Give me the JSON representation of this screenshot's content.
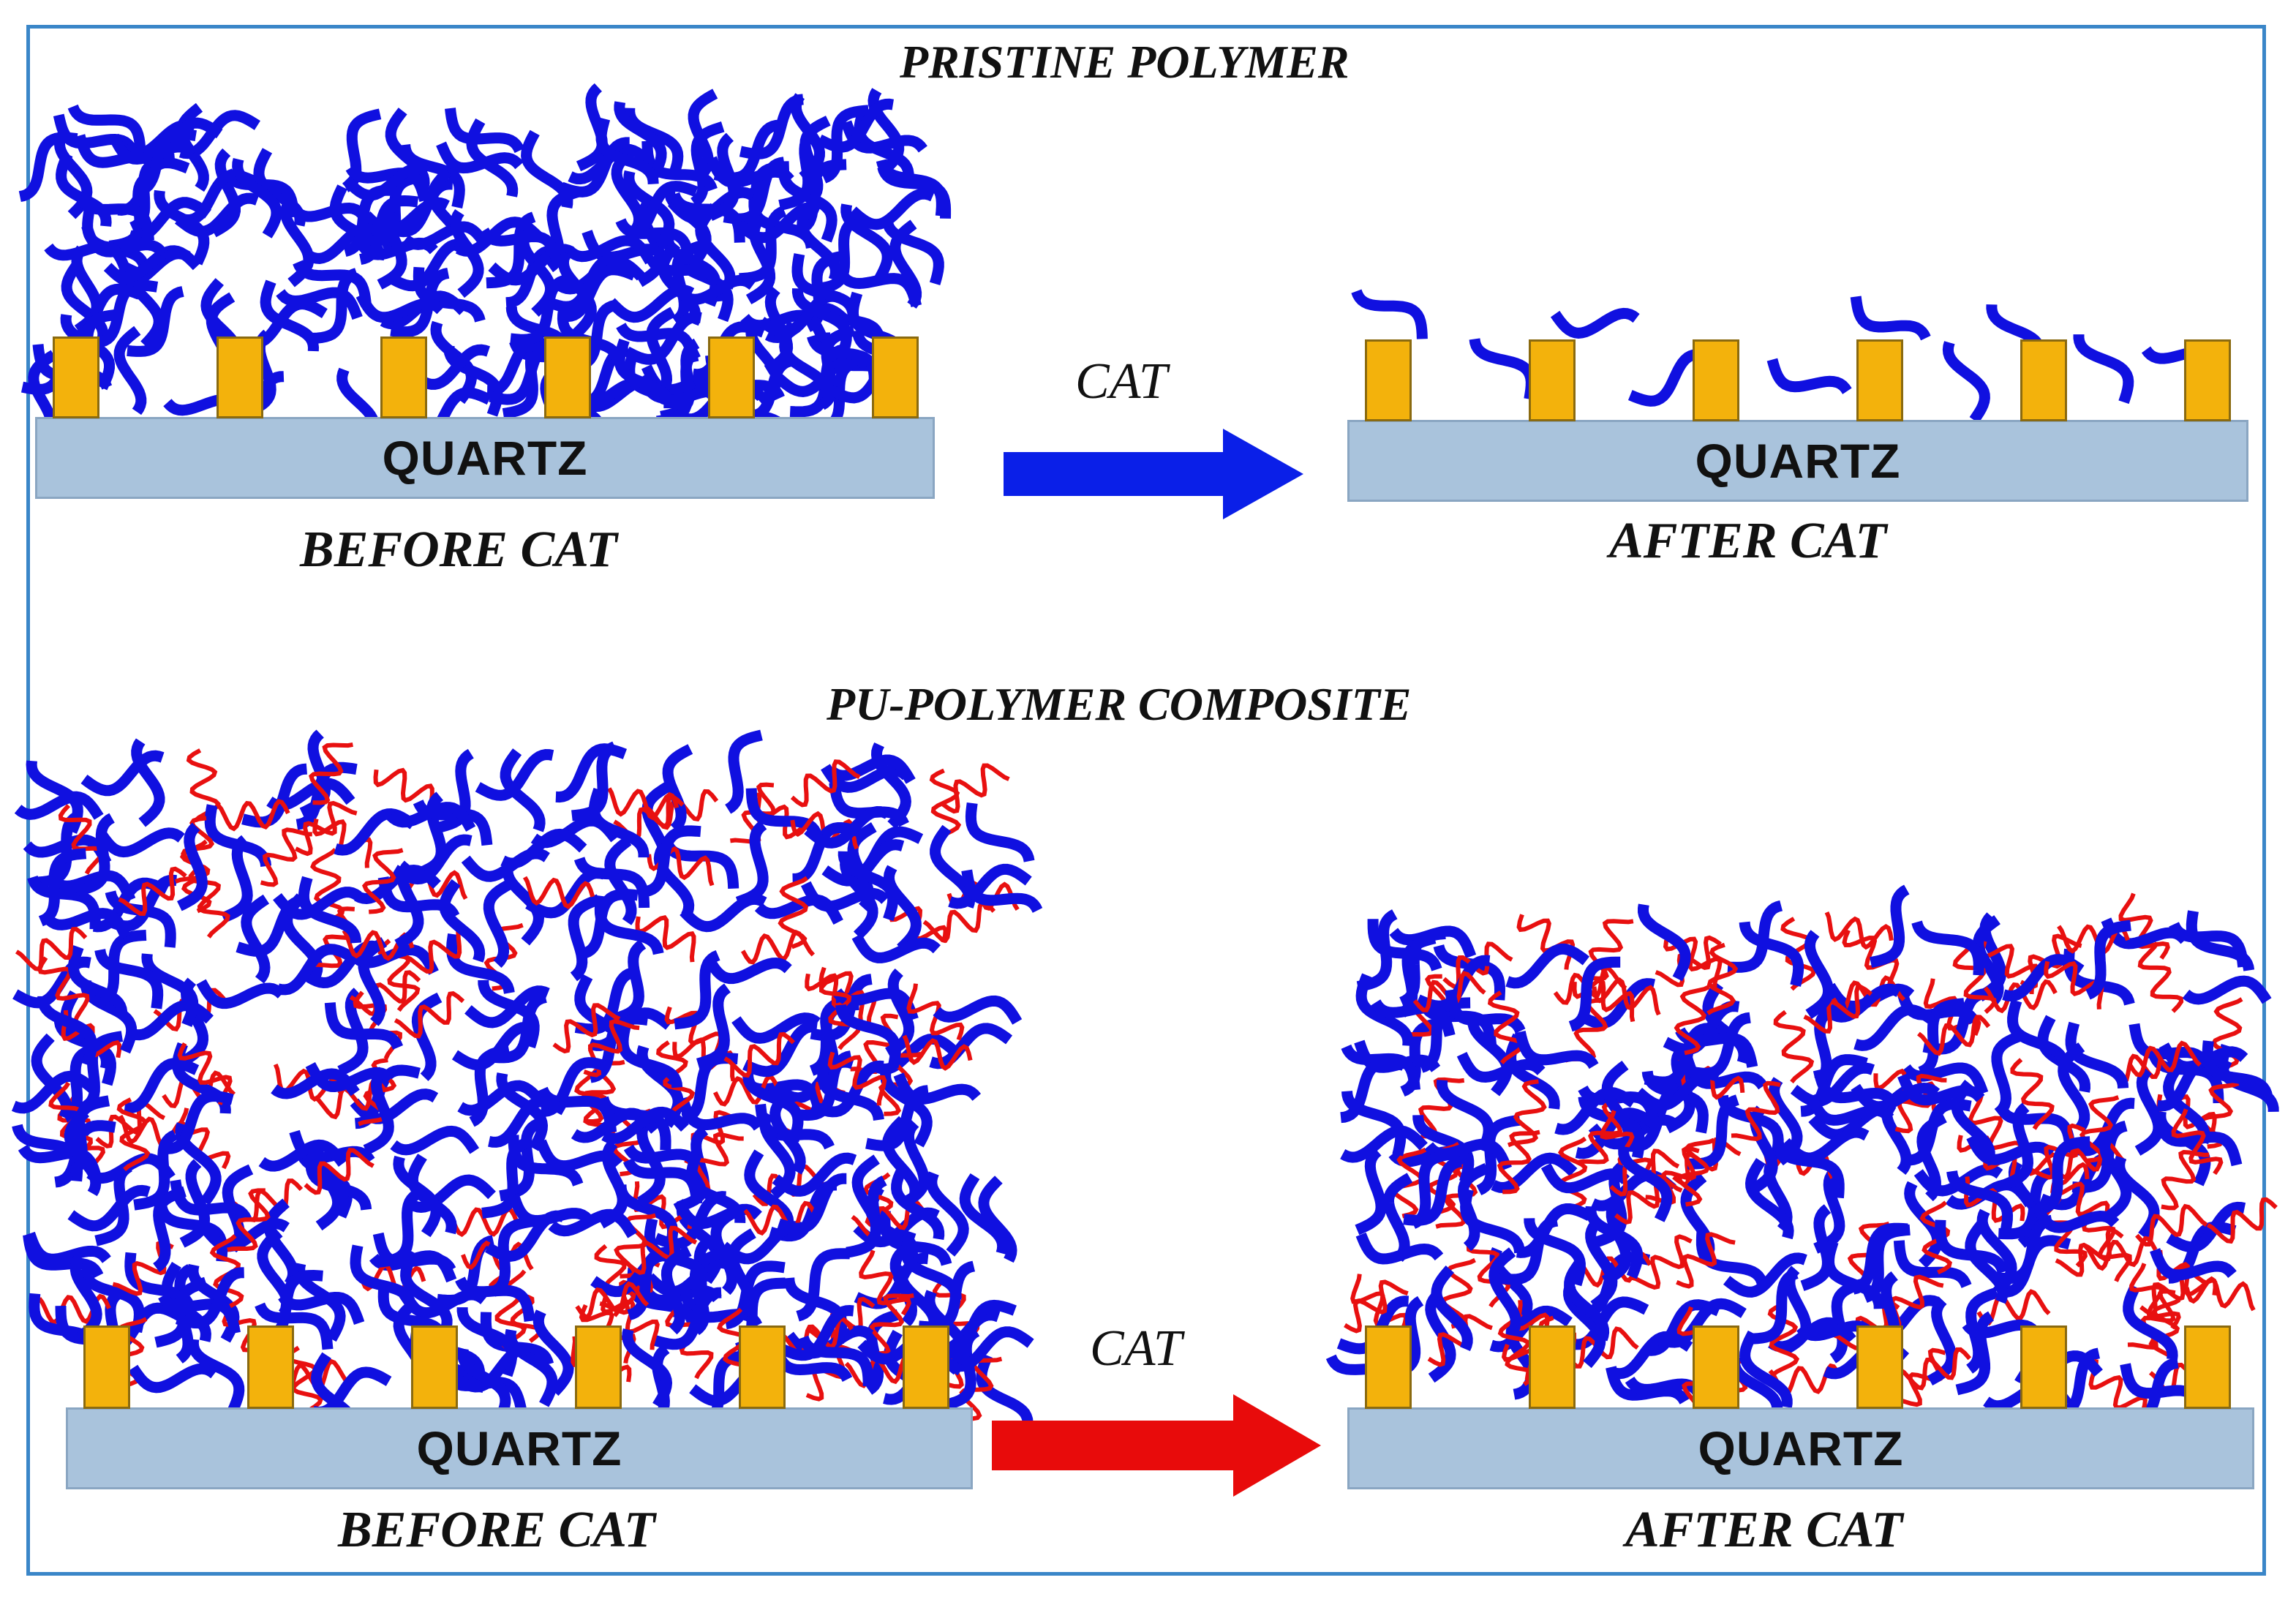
{
  "colors": {
    "frame": "#3a86c8",
    "polymer_chain": "#1010e0",
    "pu_chain": "#e81010",
    "substrate": "#a9c3dc",
    "electrode": "#f3b20c",
    "arrow_top": "#0a1fe8",
    "arrow_bottom": "#e80b0b"
  },
  "top_panel": {
    "title": "PRISTINE POLYMER",
    "arrow_label": "CAT",
    "before": {
      "substrate_label": "QUARTZ",
      "caption": "BEFORE CAT"
    },
    "after": {
      "substrate_label": "QUARTZ",
      "caption": "AFTER CAT"
    }
  },
  "bottom_panel": {
    "title": "PU-POLYMER COMPOSITE",
    "arrow_label": "CAT",
    "before": {
      "substrate_label": "QUARTZ",
      "caption": "BEFORE CAT"
    },
    "after": {
      "substrate_label": "QUARTZ",
      "caption": "AFTER CAT"
    }
  }
}
